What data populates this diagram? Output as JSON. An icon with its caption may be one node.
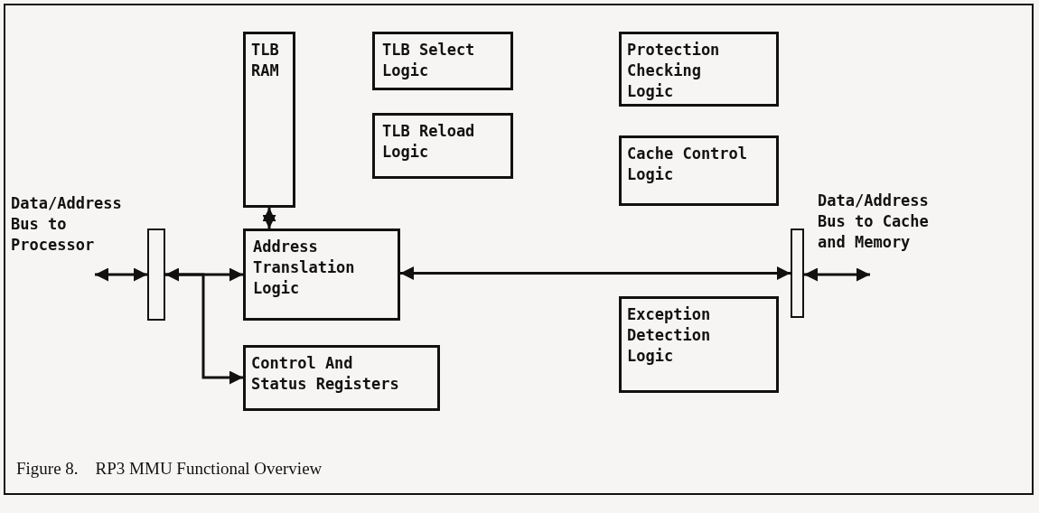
{
  "diagram": {
    "caption": "Figure 8.    RP3 MMU Functional Overview",
    "nodes": [
      {
        "text": [
          "TLB RAM"
        ]
      },
      {
        "text": [
          "TLB Select Logic"
        ]
      },
      {
        "text": [
          "Protection Checking Logic"
        ]
      },
      {
        "text": [
          "TLB Reload Logic"
        ]
      },
      {
        "text": [
          "Cache Control Logic"
        ]
      },
      {
        "text": [],
        "shape": "bar"
      },
      {
        "text": [
          "Address Translation Logic"
        ]
      },
      {
        "text": [],
        "shape": "bar"
      },
      {
        "text": [
          "Control And Status Registers"
        ]
      },
      {
        "text": [
          "Exception Detection Logic"
        ]
      }
    ],
    "edges": [
      {
        "from": null,
        "to": 5,
        "arrow": "both"
      },
      {
        "from": 5,
        "to": 6,
        "arrow": "both"
      },
      {
        "from": 5,
        "to": 8,
        "arrow": "to"
      },
      {
        "from": 0,
        "to": 6,
        "arrow": "both"
      },
      {
        "from": 6,
        "to": 7,
        "arrow": "both"
      },
      {
        "from": 7,
        "to": null,
        "arrow": "both"
      }
    ],
    "labels": [
      "Data/Address Bus to Processor",
      "Data/Address Bus to Cache and Memory"
    ]
  }
}
